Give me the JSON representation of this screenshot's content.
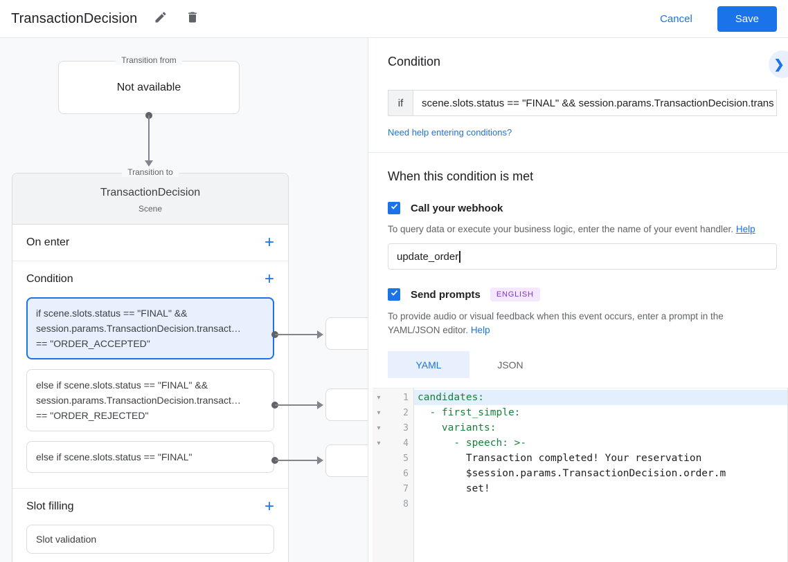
{
  "colors": {
    "accent_blue": "#1a73e8",
    "selected_fill": "#e8f0fe",
    "yaml_green": "#188038",
    "badge_purple": "#8430ce",
    "badge_bg": "#f3e8fd",
    "canvas_bg": "#f8f9fa"
  },
  "header": {
    "title": "TransactionDecision",
    "cancel_label": "Cancel",
    "save_label": "Save"
  },
  "canvas": {
    "transition_from": {
      "legend": "Transition from",
      "content": "Not available"
    },
    "transition_to": {
      "legend": "Transition to",
      "scene_name": "TransactionDecision",
      "scene_type": "Scene",
      "on_enter": {
        "title": "On enter",
        "add_label": "+"
      },
      "condition": {
        "title": "Condition",
        "add_label": "+",
        "cards": [
          {
            "lines": [
              "if scene.slots.status == \"FINAL\" &&",
              "session.params.TransactionDecision.transact…",
              "== \"ORDER_ACCEPTED\""
            ],
            "selected": true
          },
          {
            "lines": [
              "else if scene.slots.status == \"FINAL\" &&",
              "session.params.TransactionDecision.transact…",
              "== \"ORDER_REJECTED\""
            ],
            "selected": false
          },
          {
            "lines": [
              "else if scene.slots.status == \"FINAL\""
            ],
            "selected": false
          }
        ]
      },
      "slot_filling": {
        "title": "Slot filling",
        "add_label": "+",
        "cards": [
          {
            "text": "Slot validation"
          }
        ]
      }
    }
  },
  "panel": {
    "condition": {
      "title": "Condition",
      "if_label": "if",
      "expression": "scene.slots.status == \"FINAL\" && session.params.TransactionDecision.trans",
      "help_link": "Need help entering conditions?"
    },
    "when_met": {
      "title": "When this condition is met",
      "webhook": {
        "label": "Call your webhook",
        "description": "To query data or execute your business logic, enter the name of your event handler.",
        "help_label": "Help",
        "value": "update_order"
      },
      "prompts": {
        "label": "Send prompts",
        "badge": "ENGLISH",
        "description_line": "To provide audio or visual feedback when this event occurs, enter a prompt in the YAML/JSON editor.",
        "help_label": "Help",
        "tabs": [
          {
            "label": "YAML",
            "active": true
          },
          {
            "label": "JSON",
            "active": false
          }
        ],
        "editor": {
          "lines": [
            {
              "num": "1",
              "text": "candidates:"
            },
            {
              "num": "2",
              "text": "  - first_simple:"
            },
            {
              "num": "3",
              "text": "    variants:"
            },
            {
              "num": "4",
              "text": "      - speech: >-"
            },
            {
              "num": "5",
              "text": "        Transaction completed! Your reservation"
            },
            {
              "num": "6",
              "text": "        $session.params.TransactionDecision.order.m"
            },
            {
              "num": "7",
              "text": "        set!"
            },
            {
              "num": "8",
              "text": ""
            }
          ]
        }
      }
    }
  }
}
